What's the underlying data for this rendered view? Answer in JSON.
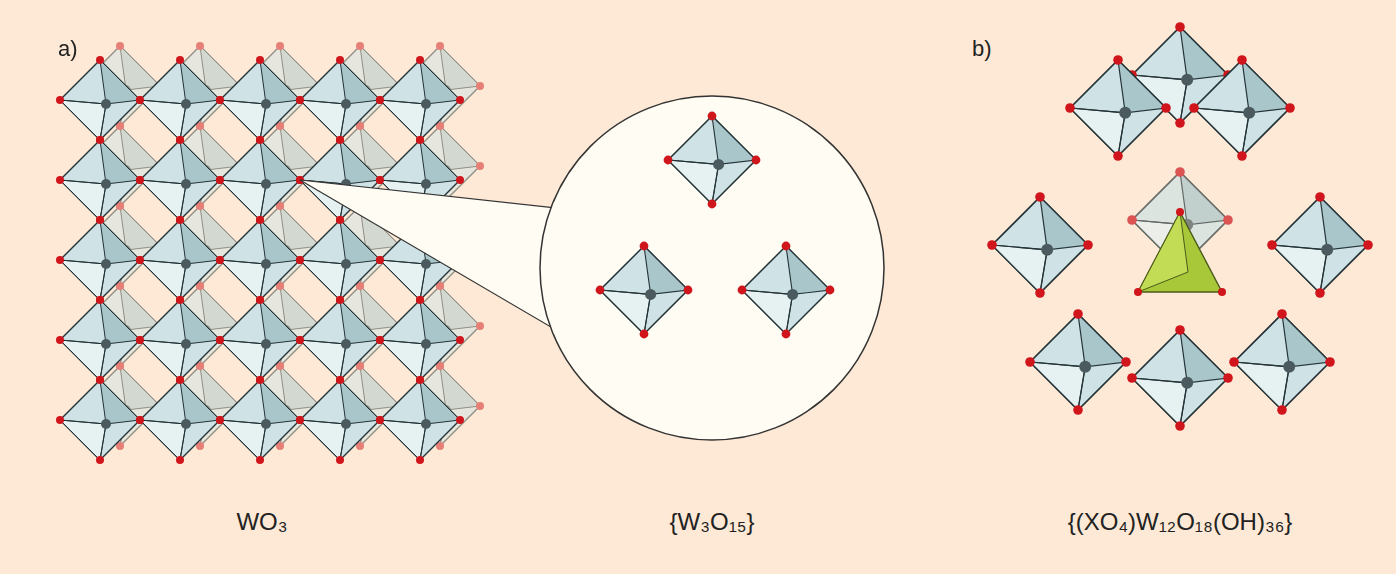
{
  "diagram": {
    "labels": [
      "a)",
      "b)",
      "WO₃",
      "{W₃O₁₅}",
      "{(XO₄)W₁₂O₁₈(OH)₃₆}"
    ]
  }
}
